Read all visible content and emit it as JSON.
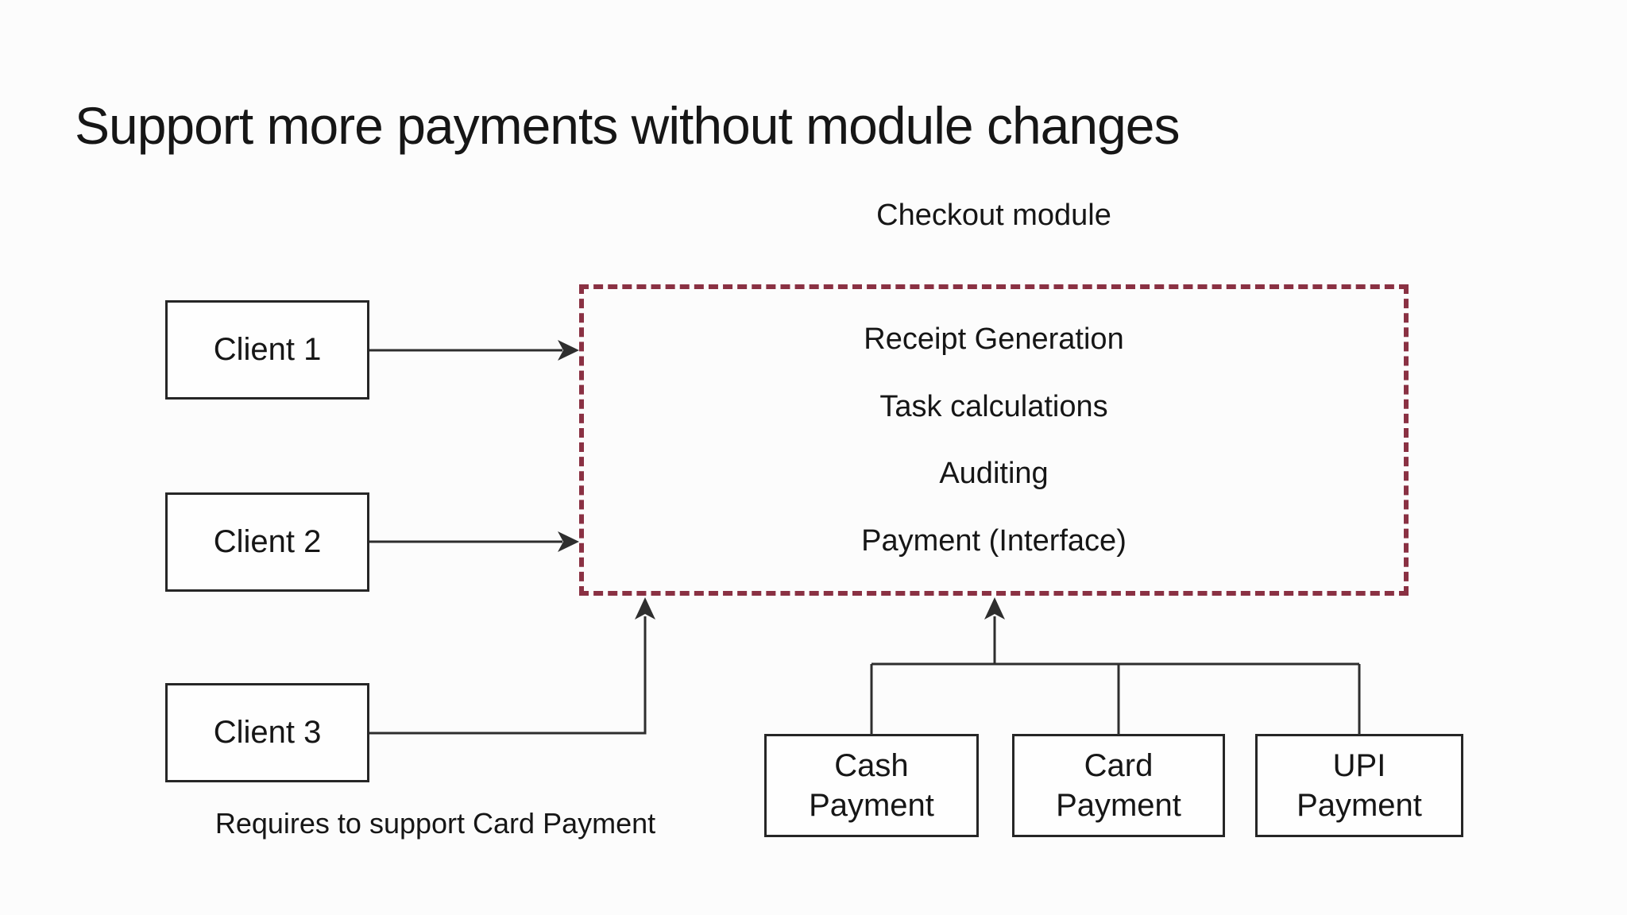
{
  "slide": {
    "title": "Support more payments without module changes",
    "module": {
      "label": "Checkout module",
      "items": [
        "Receipt Generation",
        "Task calculations",
        "Auditing",
        "Payment (Interface)"
      ]
    },
    "clients": [
      {
        "label": "Client 1"
      },
      {
        "label": "Client 2"
      },
      {
        "label": "Client 3"
      }
    ],
    "note": "Requires to support Card Payment",
    "payments": [
      {
        "label": "Cash\nPayment"
      },
      {
        "label": "Card\nPayment"
      },
      {
        "label": "UPI\nPayment"
      }
    ],
    "colors": {
      "background": "#fcfcfc",
      "text": "#161616",
      "box_border": "#262626",
      "dashed_border": "#8a3143",
      "connector": "#2e2e2e"
    }
  }
}
